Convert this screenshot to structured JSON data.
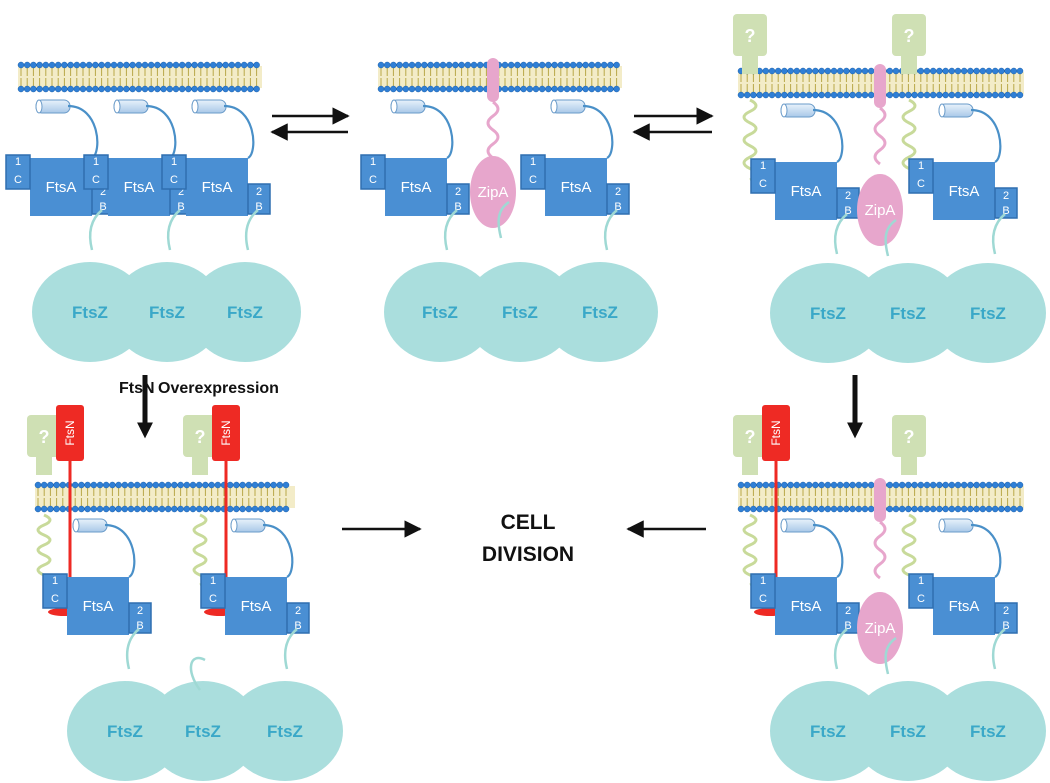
{
  "labels": {
    "ftsz": "FtsZ",
    "ftsa": "FtsA",
    "zipa": "ZipA",
    "ftsn": "FtsN",
    "unknown": "?",
    "domain_c": "C",
    "domain_b": "B",
    "domain_1": "1",
    "domain_2": "2"
  },
  "captions": {
    "ftsn_left": "FtsN",
    "ftsn_right": "Overexpression",
    "center_line1": "CELL",
    "center_line2": "DIVISION"
  },
  "colors": {
    "ftsz": "#aadedd",
    "ftsz_text": "#3aa8c8",
    "ftsa": "#4a8fd3",
    "ftsa_dark": "#2f6fb0",
    "zipa": "#e7a6cc",
    "ftsn": "#ee2a24",
    "unknown": "#cfe0b4",
    "spring": "#c8da9a",
    "lipid_head": "#2f7fd6",
    "lipid_tail": "#b8a848",
    "linker": "#4a90c8",
    "tail": "#9fd9d4"
  },
  "panels": [
    {
      "name": "panel-ftsa-oligomer"
    },
    {
      "name": "panel-zipa-binding"
    },
    {
      "name": "panel-unknown-factor"
    },
    {
      "name": "panel-ftsn-overexpression"
    },
    {
      "name": "panel-combined"
    }
  ],
  "arrows": [
    {
      "name": "equilibrium-arrow-1"
    },
    {
      "name": "equilibrium-arrow-2"
    },
    {
      "name": "down-arrow-left"
    },
    {
      "name": "down-arrow-right"
    },
    {
      "name": "to-division-arrow-left"
    },
    {
      "name": "to-division-arrow-right"
    }
  ]
}
